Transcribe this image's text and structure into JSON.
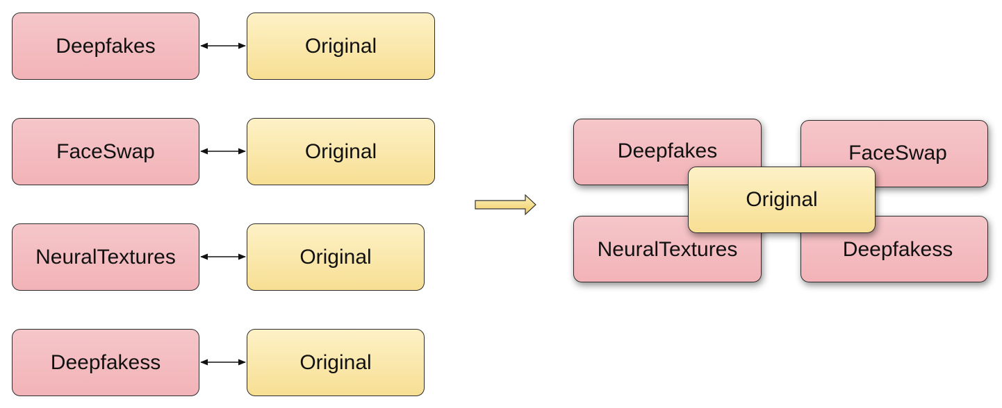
{
  "left_pairs": [
    {
      "fake_label": "Deepfakes",
      "original_label": "Original"
    },
    {
      "fake_label": "FaceSwap",
      "original_label": "Original"
    },
    {
      "fake_label": "NeuralTextures",
      "original_label": "Original"
    },
    {
      "fake_label": "Deepfakess",
      "original_label": "Original"
    }
  ],
  "right_group": {
    "top_left": "Deepfakes",
    "top_right": "FaceSwap",
    "bottom_left": "NeuralTextures",
    "bottom_right": "Deepfakess",
    "center": "Original"
  },
  "colors": {
    "fake_fill": "#f2b3b8",
    "original_fill": "#f7df93",
    "arrow_fill": "#f5d77a",
    "border": "#2b2b2b"
  }
}
